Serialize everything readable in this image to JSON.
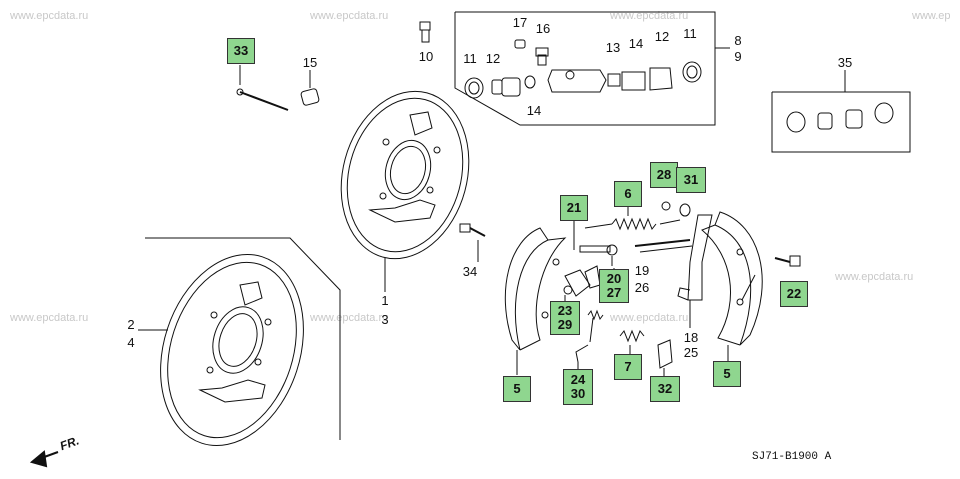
{
  "watermark": "www.epcdata.ru",
  "diagram_code": "SJ71-B1900 A",
  "direction_label": "FR.",
  "labels": {
    "p1": "1",
    "p3": "3",
    "p2": "2",
    "p4": "4",
    "p8": "8",
    "p9": "9",
    "p10": "10",
    "p11a": "11",
    "p11b": "11",
    "p12a": "12",
    "p12b": "12",
    "p13": "13",
    "p14a": "14",
    "p14b": "14",
    "p15": "15",
    "p16": "16",
    "p17": "17",
    "p18": "18",
    "p25": "25",
    "p19": "19",
    "p26": "26",
    "p34": "34",
    "p35": "35"
  },
  "boxes": {
    "b33": "33",
    "b21": "21",
    "b6": "6",
    "b28": "28",
    "b31": "31",
    "b20": "20",
    "b27": "27",
    "b23": "23",
    "b29": "29",
    "b24": "24",
    "b30": "30",
    "b7": "7",
    "b32": "32",
    "b5a": "5",
    "b5b": "5",
    "b22": "22"
  }
}
